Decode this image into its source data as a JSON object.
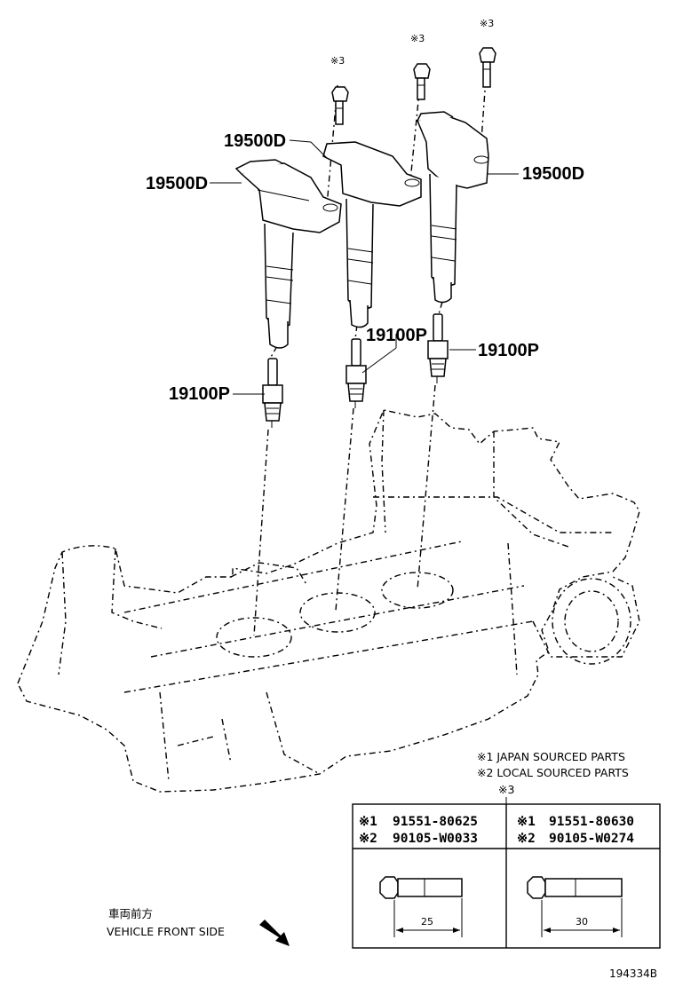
{
  "callouts": {
    "coil_left": "19500D",
    "coil_middle": "19500D",
    "coil_right": "19500D",
    "plug_left": "19100P",
    "plug_middle": "19100P",
    "plug_right": "19100P"
  },
  "bolt_marks": {
    "left": "※3",
    "middle": "※3",
    "right": "※3"
  },
  "legend": {
    "line1": "※1 JAPAN SOURCED PARTS",
    "line2": "※2 LOCAL SOURCED PARTS",
    "ref": "※3"
  },
  "bolt_table": {
    "left": {
      "mark1": "※1",
      "part1": "91551-80625",
      "mark2": "※2",
      "part2": "90105-W0033",
      "length": "25"
    },
    "right": {
      "mark1": "※1",
      "part1": "91551-80630",
      "mark2": "※2",
      "part2": "90105-W0274",
      "length": "30"
    }
  },
  "direction": {
    "label_jp": "車両前方",
    "label_en": "VEHICLE FRONT SIDE"
  },
  "figure_number": "194334B"
}
